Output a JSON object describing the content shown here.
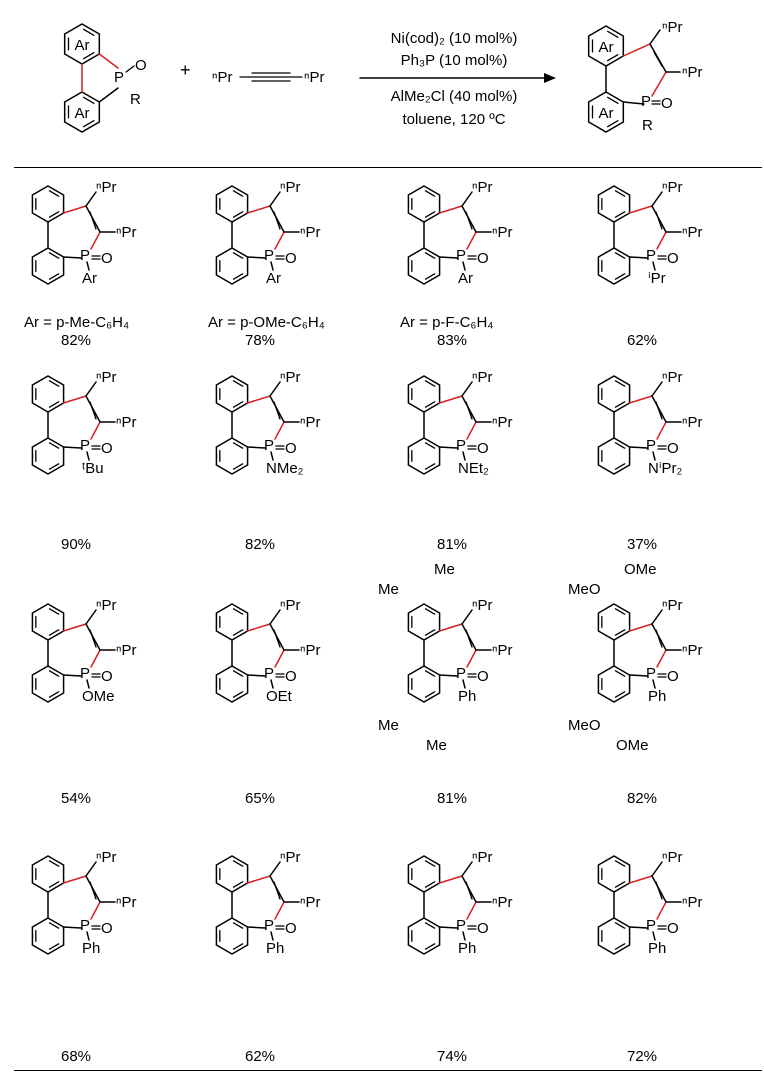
{
  "scheme": {
    "reactant": {
      "ring_label_top": "Ar",
      "ring_label_bottom": "Ar",
      "p_oxide": "P=O",
      "p_sub": "R"
    },
    "plus": "+",
    "alkyne": {
      "left": "ⁿPr",
      "right": "ⁿPr"
    },
    "conditions": {
      "above_1": "Ni(cod)₂ (10 mol%)",
      "above_2": "Ph₃P (10 mol%)",
      "below_1": "AlMe₂Cl (40 mol%)",
      "below_2": "toluene, 120 ºC"
    },
    "product": {
      "ring_label_top": "Ar",
      "ring_label_bottom": "Ar",
      "sub1": "ⁿPr",
      "sub2": "ⁿPr",
      "p_sub": "R"
    }
  },
  "entries": [
    {
      "p_sub": "Ar",
      "note": "Ar = p-Me-C₆H₄",
      "yield": "82%"
    },
    {
      "p_sub": "Ar",
      "note": "Ar = p-OMe-C₆H₄",
      "yield": "78%"
    },
    {
      "p_sub": "Ar",
      "note": "Ar = p-F-C₆H₄",
      "yield": "83%"
    },
    {
      "p_sub": "ⁱPr",
      "note": "",
      "yield": "62%"
    },
    {
      "p_sub": "ᵗBu",
      "note": "",
      "yield": "90%"
    },
    {
      "p_sub": "NMe₂",
      "note": "",
      "yield": "82%"
    },
    {
      "p_sub": "NEt₂",
      "note": "",
      "yield": "81%"
    },
    {
      "p_sub": "NⁱPr₂",
      "note": "",
      "yield": "37%"
    },
    {
      "p_sub": "OMe",
      "note": "",
      "yield": "54%"
    },
    {
      "p_sub": "OEt",
      "note": "",
      "yield": "65%"
    },
    {
      "p_sub": "Ph",
      "note": "",
      "yield": "81%",
      "ring_subs": "Me"
    },
    {
      "p_sub": "Ph",
      "note": "",
      "yield": "82%",
      "ring_subs": "OMe"
    },
    {
      "p_sub": "Ph",
      "note": "",
      "yield": "68%"
    },
    {
      "p_sub": "Ph",
      "note": "",
      "yield": "62%"
    },
    {
      "p_sub": "Ph",
      "note": "",
      "yield": "74%"
    },
    {
      "p_sub": "Ph",
      "note": "",
      "yield": "72%"
    }
  ],
  "labels": {
    "npr": "ⁿPr",
    "p": "P",
    "o": "O",
    "me": "Me",
    "ome": "OMe",
    "meo": "MeO"
  }
}
